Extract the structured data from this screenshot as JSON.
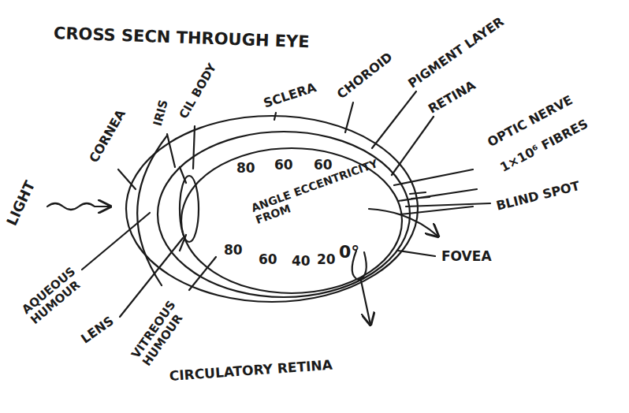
{
  "diagram": {
    "title": "CROSS SECN THROUGH EYE",
    "labels": [
      "LIGHT",
      "CORNEA",
      "IRIS",
      "CIL BODY",
      "SCLERA",
      "CHOROID",
      "PIGMENT LAYER",
      "RETINA",
      "OPTIC NERVE",
      "1×10⁶ FIBRES",
      "BLIND SPOT",
      "FOVEA",
      "AQUEOUS HUMOUR",
      "LENS",
      "VITREOUS HUMOUR",
      "ANGLE ECCENTRICITY FROM",
      "80",
      "60",
      "60",
      "80",
      "60",
      "40",
      "20",
      "0°",
      "CIRCULATORY RETINA"
    ]
  }
}
